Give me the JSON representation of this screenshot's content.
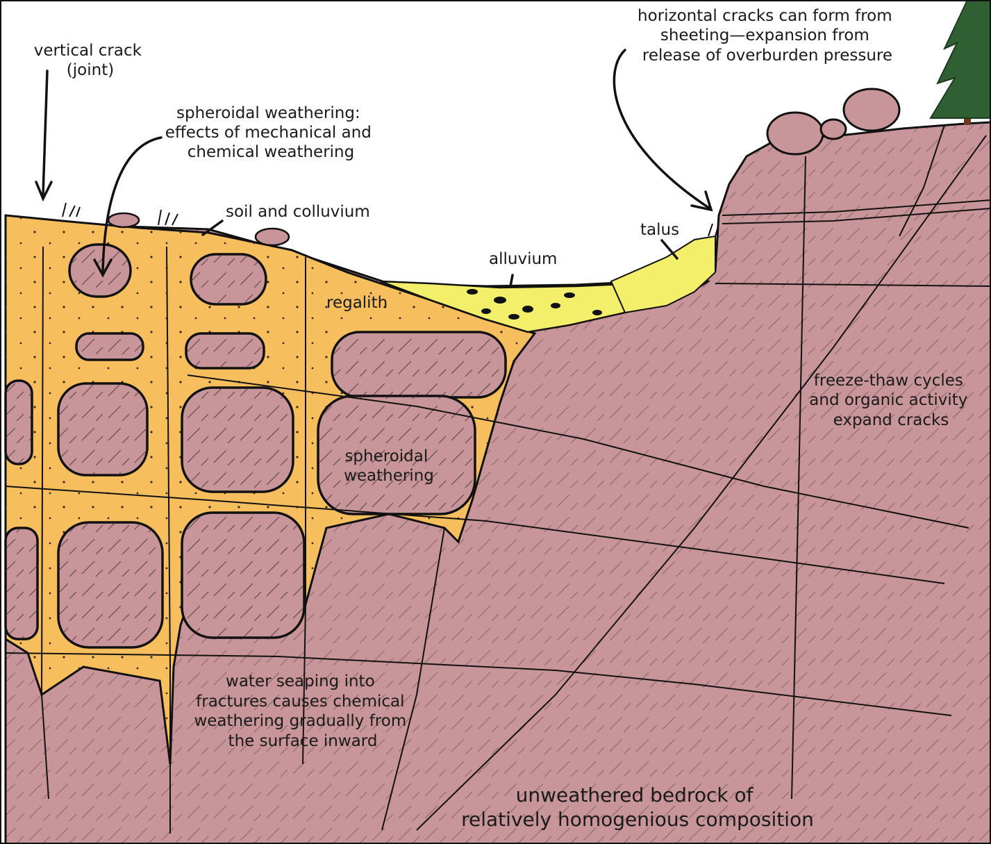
{
  "colors": {
    "bedrock": "#c8959a",
    "regolith": "#f7be5e",
    "alluvium": "#f3ef6a",
    "outline": "#111111",
    "tree": "#2f5f33",
    "background": "#ffffff"
  },
  "labels": {
    "vertical_crack": [
      "vertical crack",
      "(joint)"
    ],
    "spheroidal_weathering_top": [
      "spheroidal weathering:",
      "effects of mechanical and",
      "chemical weathering"
    ],
    "soil_colluvium": "soil and colluvium",
    "regalith": "regalith",
    "alluvium": "alluvium",
    "talus": "talus",
    "horizontal_cracks": [
      "horizontal cracks can form from",
      "sheeting—expansion from",
      "release of overburden pressure"
    ],
    "freeze_thaw": [
      "freeze-thaw cycles",
      "and organic activity",
      "expand cracks"
    ],
    "spheroidal_weathering_mid": [
      "spheroidal",
      "weathering"
    ],
    "water_seeping": [
      "water seaping into",
      "fractures causes chemical",
      "weathering gradually from",
      "the surface inward"
    ],
    "bedrock": [
      "unweathered bedrock of",
      "relatively homogenious composition"
    ]
  }
}
